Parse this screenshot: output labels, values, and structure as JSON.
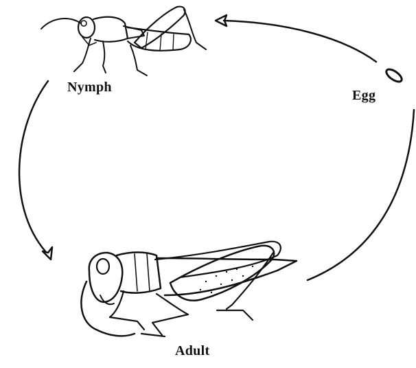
{
  "diagram": {
    "stages": [
      {
        "id": "nymph",
        "label": "Nymph"
      },
      {
        "id": "egg",
        "label": "Egg"
      },
      {
        "id": "adult",
        "label": "Adult"
      }
    ],
    "cycle_order": [
      "egg",
      "nymph",
      "adult",
      "egg"
    ],
    "colors": {
      "ink": "#111111",
      "background": "#ffffff"
    }
  }
}
